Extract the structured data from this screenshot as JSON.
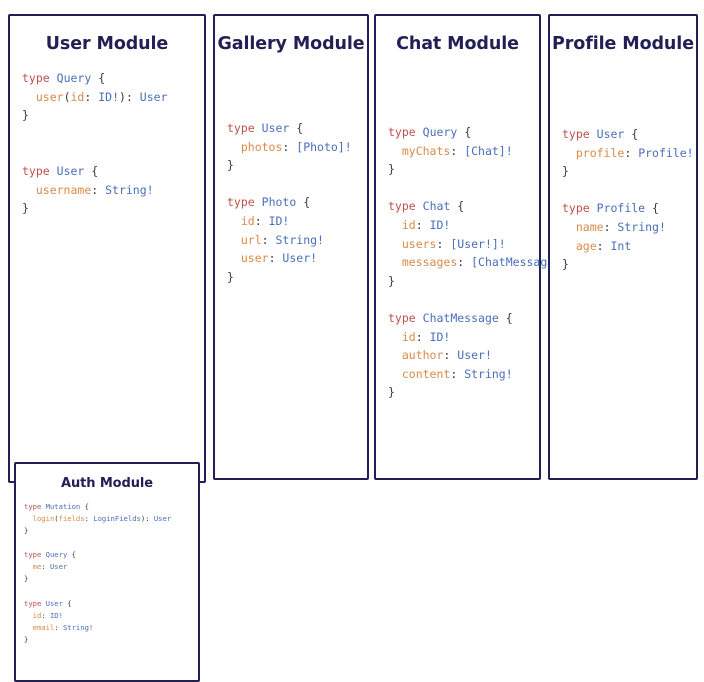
{
  "theme": {
    "border_color": "#221f55",
    "title_color": "#221f55",
    "keyword_color": "#c0504d",
    "type_color": "#4a6fb8",
    "field_color": "#d98a4a",
    "punctuation_color": "#3b3b3b",
    "background_color": "#ffffff"
  },
  "panels": {
    "user": {
      "title": "User Module",
      "code": "type Query {\n  user(id: ID!): User\n}\n\n\ntype User {\n  username: String!\n}"
    },
    "auth": {
      "title": "Auth Module",
      "code": "type Mutation {\n  login(fields: LoginFields): User\n}\n\ntype Query {\n  me: User\n}\n\ntype User {\n  id: ID!\n  email: String!\n}"
    },
    "gallery": {
      "title": "Gallery Module",
      "code": "type User {\n  photos: [Photo]!\n}\n\ntype Photo {\n  id: ID!\n  url: String!\n  user: User!\n}"
    },
    "chat": {
      "title": "Chat Module",
      "code": "type Query {\n  myChats: [Chat]!\n}\n\ntype Chat {\n  id: ID!\n  users: [User!]!\n  messages: [ChatMessage]!\n}\n\ntype ChatMessage {\n  id: ID!\n  author: User!\n  content: String!\n}"
    },
    "profile": {
      "title": "Profile Module",
      "code": "type User {\n  profile: Profile!\n}\n\ntype Profile {\n  name: String!\n  age: Int\n}"
    }
  },
  "schema_data": {
    "modules": [
      {
        "name": "User Module",
        "types": [
          {
            "kind": "type",
            "name": "Query",
            "fields": [
              {
                "name": "user",
                "args": "id: ID!",
                "type": "User"
              }
            ]
          },
          {
            "kind": "type",
            "name": "User",
            "fields": [
              {
                "name": "username",
                "type": "String!"
              }
            ]
          }
        ]
      },
      {
        "name": "Auth Module",
        "nested_in": "User Module",
        "types": [
          {
            "kind": "type",
            "name": "Mutation",
            "fields": [
              {
                "name": "login",
                "args": "fields: LoginFields",
                "type": "User"
              }
            ]
          },
          {
            "kind": "type",
            "name": "Query",
            "fields": [
              {
                "name": "me",
                "type": "User"
              }
            ]
          },
          {
            "kind": "type",
            "name": "User",
            "fields": [
              {
                "name": "id",
                "type": "ID!"
              },
              {
                "name": "email",
                "type": "String!"
              }
            ]
          }
        ]
      },
      {
        "name": "Gallery Module",
        "types": [
          {
            "kind": "type",
            "name": "User",
            "fields": [
              {
                "name": "photos",
                "type": "[Photo]!"
              }
            ]
          },
          {
            "kind": "type",
            "name": "Photo",
            "fields": [
              {
                "name": "id",
                "type": "ID!"
              },
              {
                "name": "url",
                "type": "String!"
              },
              {
                "name": "user",
                "type": "User!"
              }
            ]
          }
        ]
      },
      {
        "name": "Chat Module",
        "types": [
          {
            "kind": "type",
            "name": "Query",
            "fields": [
              {
                "name": "myChats",
                "type": "[Chat]!"
              }
            ]
          },
          {
            "kind": "type",
            "name": "Chat",
            "fields": [
              {
                "name": "id",
                "type": "ID!"
              },
              {
                "name": "users",
                "type": "[User!]!"
              },
              {
                "name": "messages",
                "type": "[ChatMessage]!"
              }
            ]
          },
          {
            "kind": "type",
            "name": "ChatMessage",
            "fields": [
              {
                "name": "id",
                "type": "ID!"
              },
              {
                "name": "author",
                "type": "User!"
              },
              {
                "name": "content",
                "type": "String!"
              }
            ]
          }
        ]
      },
      {
        "name": "Profile Module",
        "types": [
          {
            "kind": "type",
            "name": "User",
            "fields": [
              {
                "name": "profile",
                "type": "Profile!"
              }
            ]
          },
          {
            "kind": "type",
            "name": "Profile",
            "fields": [
              {
                "name": "name",
                "type": "String!"
              },
              {
                "name": "age",
                "type": "Int"
              }
            ]
          }
        ]
      }
    ]
  }
}
